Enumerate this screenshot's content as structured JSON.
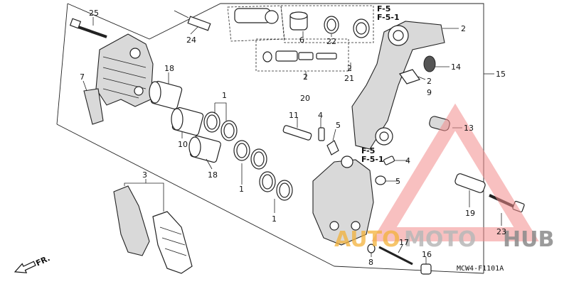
{
  "callouts": {
    "c25": "25",
    "c24": "24",
    "c7": "7",
    "c18a": "18",
    "c1a": "1",
    "c10": "10",
    "c18b": "18",
    "c1b": "1",
    "c1c": "1",
    "c3": "3",
    "c6": "6",
    "c22": "22",
    "c2a": "2",
    "c20": "20",
    "c2b": "2",
    "c21": "21",
    "c11": "11",
    "c4a": "4",
    "c5a": "5",
    "c4b": "4",
    "c5b": "5",
    "c2c": "2",
    "c14": "14",
    "c2d": "2",
    "c9": "9",
    "c15": "15",
    "c13": "13",
    "c19": "19",
    "c23": "23",
    "c8": "8",
    "c17": "17",
    "c16": "16"
  },
  "refs": {
    "top_f5": "F-5",
    "top_f51": "F-5-1",
    "mid_f5": "F-5",
    "mid_f51": "F-5-1"
  },
  "front_marker": "FR.",
  "diagram_code": "MCW4-F1101A",
  "watermark": {
    "part1": "AUTO",
    "part2": "MOTO",
    "part3": "HUB",
    "colors": {
      "triangle": "#f28d8d",
      "auto": "#f3b23a",
      "moto": "#b8b8b8",
      "hub": "#8a8a8a"
    }
  }
}
